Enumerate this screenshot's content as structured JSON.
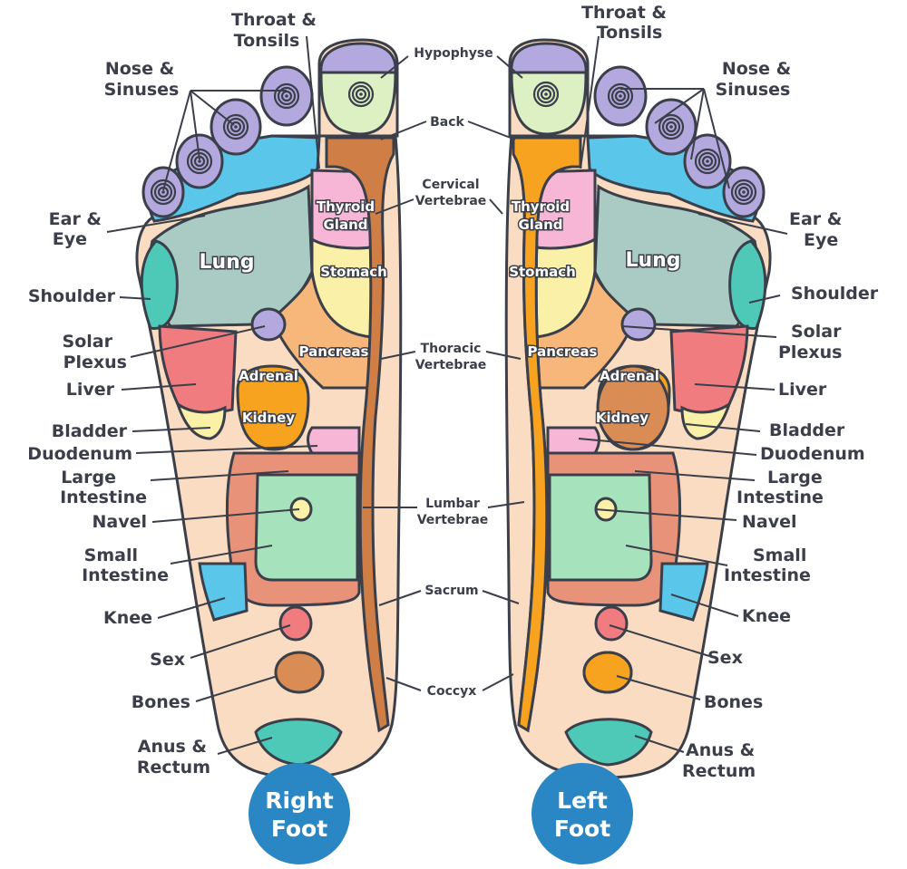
{
  "colors": {
    "skin": "#f9dcc1",
    "lung": "#a9cbc3",
    "toe_tip": "#b3a9df",
    "toe_band": "#59c6ea",
    "shoulder": "#4ec9b8",
    "liver": "#f07c80",
    "thyroid": "#f7b6d6",
    "stomach": "#fbf0a8",
    "pancreas": "#f8b77a",
    "kidney": "#f7a31f",
    "intestine_outer": "#e9927a",
    "intestine_inner": "#a6e3bd",
    "spine_right": "#cf7e46",
    "spine_left": "#f7a31f",
    "badge": "#2b86c4"
  },
  "left_labels": {
    "throat_1": "Throat &",
    "throat_2": "Tonsils",
    "nose_1": "Nose &",
    "nose_2": "Sinuses",
    "ear_1": "Ear &",
    "ear_2": "Eye",
    "shoulder": "Shoulder",
    "solar_1": "Solar",
    "solar_2": "Plexus",
    "liver": "Liver",
    "bladder": "Bladder",
    "duodenum": "Duodenum",
    "large_1": "Large",
    "large_2": "Intestine",
    "navel": "Navel",
    "small_1": "Small",
    "small_2": "Intestine",
    "knee": "Knee",
    "sex": "Sex",
    "bones": "Bones",
    "anus_1": "Anus &",
    "anus_2": "Rectum"
  },
  "right_labels": {
    "throat_1": "Throat &",
    "throat_2": "Tonsils",
    "nose_1": "Nose &",
    "nose_2": "Sinuses",
    "ear_1": "Ear &",
    "ear_2": "Eye",
    "shoulder": "Shoulder",
    "solar_1": "Solar",
    "solar_2": "Plexus",
    "liver": "Liver",
    "bladder": "Bladder",
    "duodenum": "Duodenum",
    "large_1": "Large",
    "large_2": "Intestine",
    "navel": "Navel",
    "small_1": "Small",
    "small_2": "Intestine",
    "knee": "Knee",
    "sex": "Sex",
    "bones": "Bones",
    "anus_1": "Anus &",
    "anus_2": "Rectum"
  },
  "center_labels": {
    "hypophyse": "Hypophyse",
    "back": "Back",
    "cervical_1": "Cervical",
    "cervical_2": "Vertebrae",
    "thoracic_1": "Thoracic",
    "thoracic_2": "Vertebrae",
    "lumbar_1": "Lumbar",
    "lumbar_2": "Vertebrae",
    "sacrum": "Sacrum",
    "coccyx": "Coccyx"
  },
  "zones": {
    "lung": "Lung",
    "thyroid_1": "Thyroid",
    "thyroid_2": "Gland",
    "stomach": "Stomach",
    "pancreas": "Pancreas",
    "adrenal": "Adrenal",
    "kidney": "Kidney"
  },
  "badges": {
    "right_1": "Right",
    "right_2": "Foot",
    "left_1": "Left",
    "left_2": "Foot"
  }
}
